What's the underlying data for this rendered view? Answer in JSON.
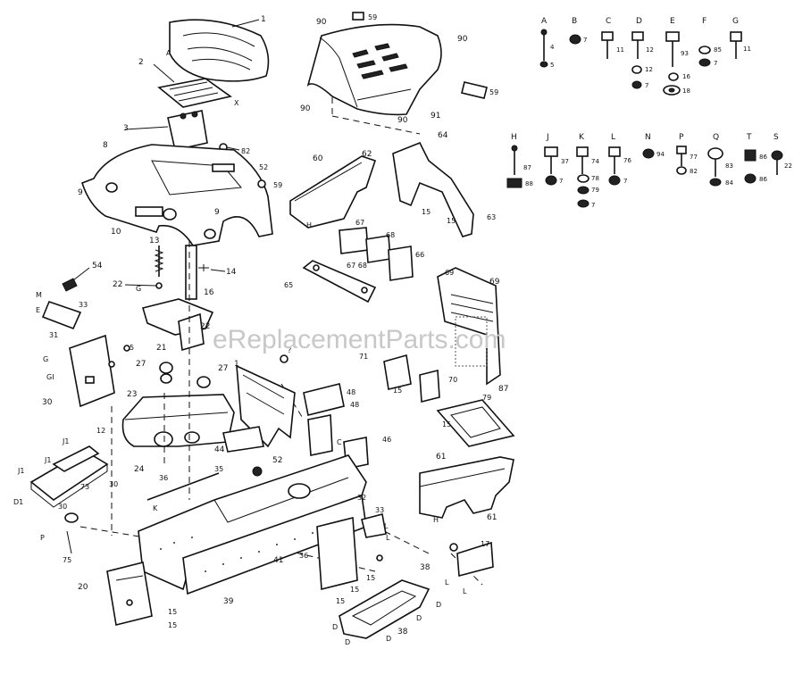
{
  "watermark": "eReplacementParts.com",
  "hardware_letters": [
    "A",
    "B",
    "C",
    "D",
    "E",
    "F",
    "G",
    "H",
    "J",
    "K",
    "L",
    "N",
    "P",
    "Q",
    "T",
    "S"
  ]
}
